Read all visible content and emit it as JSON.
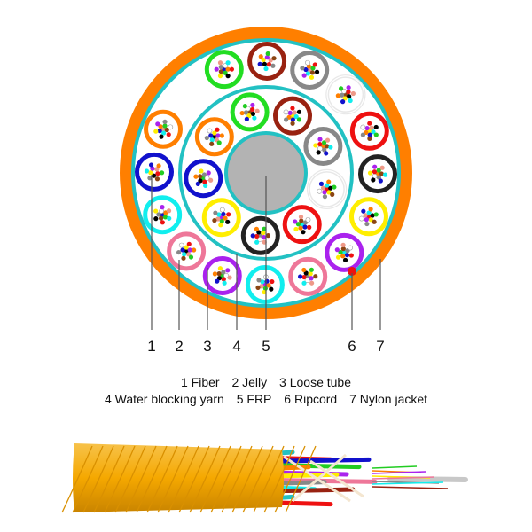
{
  "colors": {
    "jacket": "#ff7f00",
    "binder": "#22c1c3",
    "frp": "#b3b3b3",
    "ripcord": "#ee1111",
    "leader": "#555555"
  },
  "outer_tubes": [
    "#22dd22",
    "#992211",
    "#888888",
    "#e8e8e8",
    "#ee1111",
    "#222222",
    "#ffee00",
    "#aa22ee",
    "#ee7799",
    "#11eeee",
    "#aa22ee",
    "#ee7799",
    "#11eeee",
    "#1111cc",
    "#ff7f00"
  ],
  "inner_tubes": [
    "#22dd22",
    "#992211",
    "#888888",
    "#e8e8e8",
    "#ee1111",
    "#222222",
    "#ffee00",
    "#1111cc",
    "#ff7f00"
  ],
  "fiber_colors": [
    "#1111cc",
    "#ff7f00",
    "#22cc22",
    "#8b4513",
    "#888888",
    "#ffffff",
    "#ee1111",
    "#000000",
    "#ffee00",
    "#aa22ee",
    "#ee9988",
    "#11eeee"
  ],
  "callouts": [
    "1",
    "2",
    "3",
    "4",
    "5",
    "6",
    "7"
  ],
  "legend": {
    "line1": [
      "1 Fiber",
      "2 Jelly",
      "3 Loose tube"
    ],
    "line2": [
      "4 Water blocking yarn",
      "5 FRP",
      "6 Ripcord",
      "7 Nylon jacket"
    ]
  }
}
